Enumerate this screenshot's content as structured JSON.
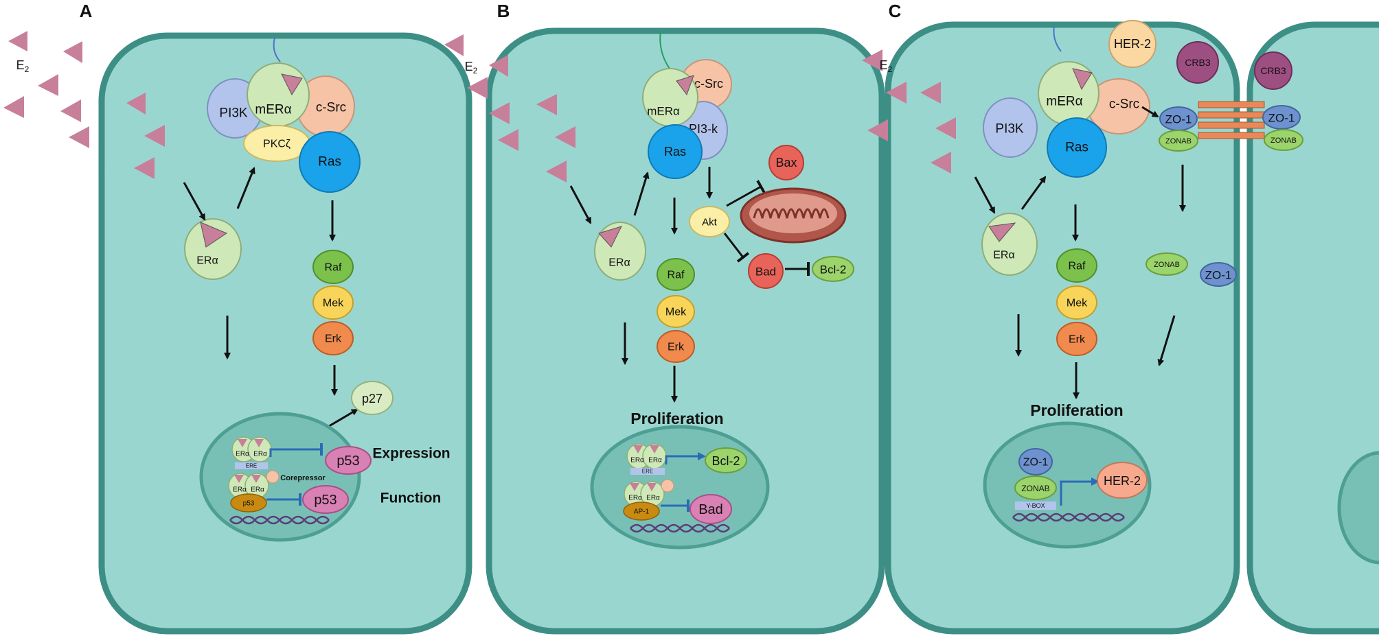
{
  "panels": {
    "a": {
      "letter": "A",
      "ligand": "E",
      "ligand_sub": "2",
      "receptor": "ERα",
      "complex": {
        "pi3k": "PI3K",
        "mera": "mERα",
        "csrc": "c-Src",
        "pkc": "PKCζ",
        "ras": "Ras"
      },
      "cascade": [
        "Raf",
        "Mek",
        "Erk"
      ],
      "p27": "p27",
      "nucleus": {
        "er": "ERα",
        "ere": "ERE",
        "corepressor": "Corepressor",
        "p53_small": "p53",
        "p53_expression": "p53",
        "p53_function": "p53"
      },
      "label_expression": "Expression",
      "label_function": "Function"
    },
    "b": {
      "letter": "B",
      "ligand": "E",
      "ligand_sub": "2",
      "receptor": "ERα",
      "complex": {
        "mera": "mERα",
        "csrc": "c-Src",
        "pi3k": "PI3-k",
        "ras": "Ras"
      },
      "akt": "Akt",
      "bax": "Bax",
      "bad": "Bad",
      "bcl2": "Bcl-2",
      "cascade": [
        "Raf",
        "Mek",
        "Erk"
      ],
      "proliferation": "Proliferation",
      "nucleus": {
        "er": "ERα",
        "ere": "ERE",
        "ap1": "AP-1",
        "bcl2": "Bcl-2",
        "bad": "Bad"
      }
    },
    "c": {
      "letter": "C",
      "ligand": "E",
      "ligand_sub": "2",
      "receptor": "ERα",
      "complex": {
        "pi3k": "PI3K",
        "mera": "mERα",
        "csrc": "c-Src",
        "ras": "Ras"
      },
      "her2": "HER-2",
      "crb3_left": "CRB3",
      "crb3_right": "CRB3",
      "zo1_left": "ZO-1",
      "zo1_right": "ZO-1",
      "zonab_left": "ZONAB",
      "zonab_right": "ZONAB",
      "zonab_cyto": "ZONAB",
      "zo1_cyto": "ZO-1",
      "cascade": [
        "Raf",
        "Mek",
        "Erk"
      ],
      "proliferation": "Proliferation",
      "nucleus": {
        "zo1": "ZO-1",
        "zonab": "ZONAB",
        "ybox": "Y-BOX",
        "her2": "HER-2"
      }
    }
  },
  "colors": {
    "cell_fill": "#9ad6d0",
    "cell_border": "#3d8f86",
    "nucleus_fill": "#78c0b6",
    "receptor_green": "#cfe8b8",
    "pi3k_blue": "#b3c4ec",
    "csrc_peach": "#f6c3a7",
    "pkc_yellow": "#fbefa8",
    "ras_blue": "#1aa2ea",
    "raf_green": "#7cc14c",
    "mek_yellow": "#f8d55a",
    "erk_orange": "#f08a4d",
    "apoptotic_red": "#e8645a",
    "p53_pink": "#d981b5",
    "estradiol_triangle": "#c77f9a",
    "crb3_purple": "#9e4f82",
    "zo1_blue": "#6d92cf"
  }
}
